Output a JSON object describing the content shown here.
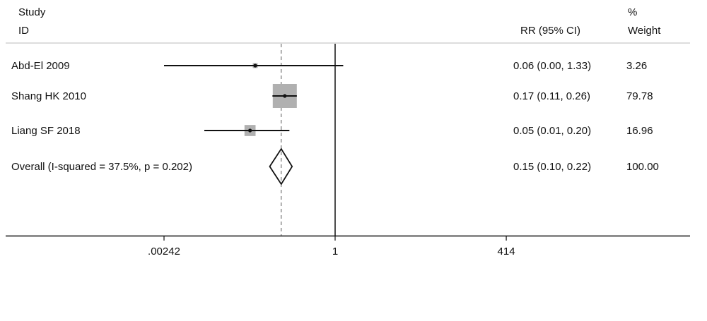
{
  "chart_data": {
    "type": "forest",
    "header": {
      "study_label_line1": "Study",
      "study_label_line2": "ID",
      "effect_label": "RR (95% CI)",
      "weight_label_line1": "%",
      "weight_label_line2": "Weight"
    },
    "scale": "log",
    "x_ticks": [
      {
        "value": 0.00242,
        "label": ".00242"
      },
      {
        "value": 1,
        "label": "1"
      },
      {
        "value": 414,
        "label": "414"
      }
    ],
    "null_line": 1,
    "studies": [
      {
        "name": "Abd-El 2009",
        "rr": 0.06,
        "lower": 0.0,
        "upper": 1.33,
        "ci_text": "0.06 (0.00, 1.33)",
        "weight": 3.26,
        "weight_text": "3.26"
      },
      {
        "name": "Shang HK 2010",
        "rr": 0.17,
        "lower": 0.11,
        "upper": 0.26,
        "ci_text": "0.17 (0.11, 0.26)",
        "weight": 79.78,
        "weight_text": "79.78"
      },
      {
        "name": "Liang SF 2018",
        "rr": 0.05,
        "lower": 0.01,
        "upper": 0.2,
        "ci_text": "0.05 (0.01, 0.20)",
        "weight": 16.96,
        "weight_text": "16.96"
      }
    ],
    "overall": {
      "label": "Overall  (I-squared = 37.5%, p = 0.202)",
      "rr": 0.15,
      "lower": 0.1,
      "upper": 0.22,
      "ci_text": "0.15 (0.10, 0.22)",
      "weight_text": "100.00"
    },
    "colors": {
      "box": "#b0b0b0",
      "line": "#111111",
      "ref": "#555555"
    }
  }
}
